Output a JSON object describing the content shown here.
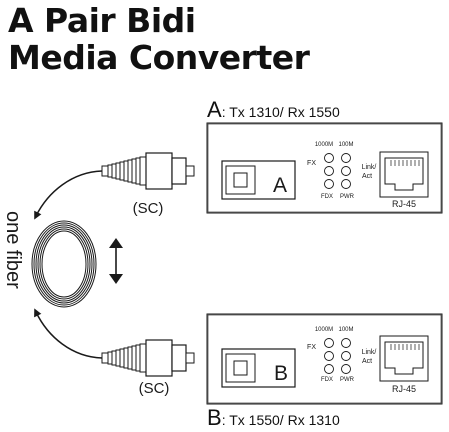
{
  "title": {
    "line1": "A Pair Bidi",
    "line2": "Media Converter"
  },
  "converter_a": {
    "letter": "A",
    "spec": ": Tx 1310/ Rx 1550",
    "port_letter": "A",
    "led_1000m_left": "1000M",
    "led_1000m_right": "100M",
    "fx": "FX",
    "link_act_line1": "Link/",
    "link_act_line2": "Act",
    "fdx": "FDX",
    "pwr": "PWR",
    "rj45": "RJ-45"
  },
  "converter_b": {
    "letter": "B",
    "spec": ": Tx 1550/ Rx 1310",
    "port_letter": "B",
    "led_1000m_left": "1000M",
    "led_1000m_right": "100M",
    "fx": "FX",
    "link_act_line1": "Link/",
    "link_act_line2": "Act",
    "fdx": "FDX",
    "pwr": "PWR",
    "rj45": "RJ-45"
  },
  "fiber": {
    "label": "one fiber",
    "connector_top": "(SC)",
    "connector_bottom": "(SC)"
  },
  "colors": {
    "ink": "#1a1a1a",
    "background": "#ffffff"
  }
}
